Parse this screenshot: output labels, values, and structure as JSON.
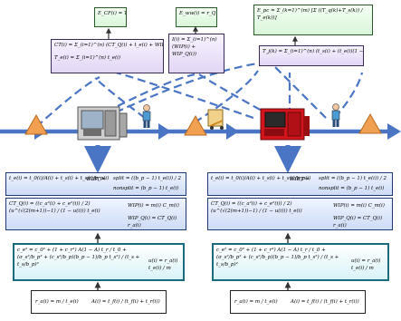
{
  "top_formulas": {
    "ecf": "E_CF(i) = T_PC / CT_Q",
    "ewc": "E_ww(i) = r_Q T_Q / I_i",
    "epc": "E_pc = Σ_(k=1)^(m) [Σ ((T_q(k)+T_s(k)) / T_e(k))]"
  },
  "cycle_box": {
    "ct_line": "CT(i) = Σ_(i=1)^(n) (CT_Q(i) + t_e(i) + WIBT(i))",
    "te_line": "T_e(i) = Σ_(i=1)^(n) t_e(i)"
  },
  "wip_box": {
    "line": "I(i) = Σ_(i=1)^(n) (WIP(i) + WIP_Q(i))"
  },
  "tj_box": {
    "line": "T_j(k) = Σ_(i=1)^(n) (t_s(i) + (t_e(i)(1 − A)))"
  },
  "left_station": {
    "te_formula": "t_e(i) = t_0(i)/A(i) + t_s(i) + t_s(i)/b_p(i)",
    "wibt_label": "WIBT =",
    "wibt_split": "split = ((b_p − 1) t_e(i)) / 2",
    "wibt_nonsplit": "nonsplit = (b_p − 1) t_e(i)",
    "ctq_formula": "CT_Q(i) = ((c_a²(i) + c_e²(i)) / 2) (u^(√(2(m+1))−1) / (1 − u(i))) t_e(i)",
    "wip_line": "WIP(i) = m(i) C_m(i)",
    "wipq_line": "WIP_Q(i) = CT_Q(i) r_a(i)",
    "ce_formula": "c_e² = c_0² + (1 + c_r²) A(1 − A) t_r / t_0 + (σ_s²/b_p² + (c_s²/b_p)(b_p − 1)/b_p t_s²) / (t_s + t_s/b_p)²",
    "u_formula": "u(i) = r_a(i) t_e(i) / m",
    "ra_formula": "r_a(i) = m / t_e(i)",
    "a_formula": "A(i) = t_f(i) / (t_f(i) + t_r(i))"
  },
  "right_station": {
    "te_formula": "t_e(i) = t_0(i)/A(i) + t_s(i) + t_s(i)/b_p(i)",
    "wibt_label": "WIBT =",
    "wibt_split": "split = ((b_p − 1) t_e(i)) / 2",
    "wibt_nonsplit": "nonsplit = (b_p − 1) t_e(i)",
    "ctq_formula": "CT_Q(i) = ((c_a²(i) + c_e²(i)) / 2) (u^(√(2(m+1))−1) / (1 − u(i))) t_e(i)",
    "wip_line": "WIP(i) = m(i) C_m(i)",
    "wipq_line": "WIP_Q(i) = CT_Q(i) r_a(i)",
    "ce_formula": "c_e² = c_0² + (1 + c_r²) A(1 − A) t_r / t_0 + (σ_s²/b_p² + (c_s²/b_p)(b_p − 1)/b_p t_s²) / (t_s + t_s/b_p)²",
    "u_formula": "u(i) = r_a(i) t_e(i) / m",
    "ra_formula": "r_a(i) = m / t_e(i)",
    "a_formula": "A(i) = t_f(i) / (t_f(i) + t_r(i))"
  },
  "colors": {
    "flow_blue": "#4a74c4",
    "buffer_orange": "#f0a050",
    "machine_red": "#d4141c",
    "machine_grey": "#bdbdbd"
  }
}
